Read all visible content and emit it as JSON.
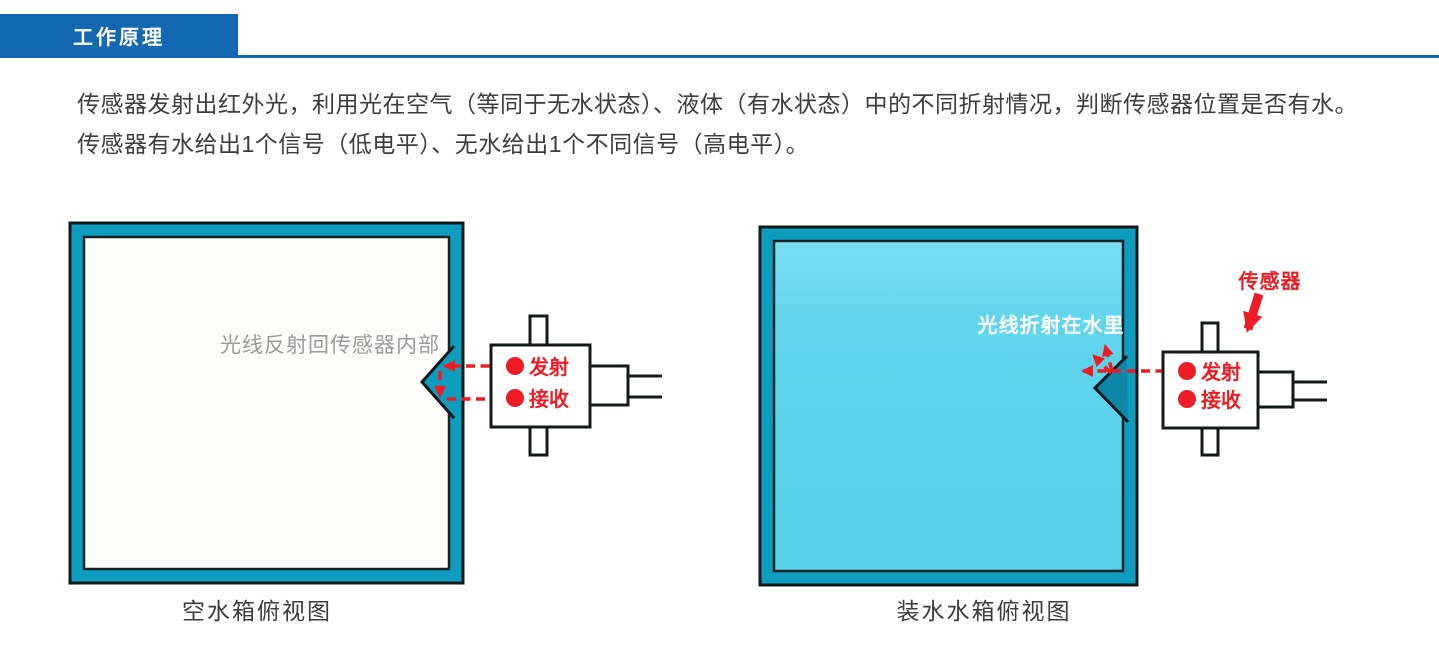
{
  "header": {
    "title": "工作原理"
  },
  "description": {
    "line1": "传感器发射出红外光，利用光在空气（等同于无水状态）、液体（有水状态）中的不同折射情况，判断传感器位置是否有水。",
    "line2": "传感器有水给出1个信号（低电平）、无水给出1个不同信号（高电平）。"
  },
  "diagram_empty": {
    "annotation": "光线反射回传感器内部",
    "caption": "空水箱俯视图",
    "emit_label": "发射",
    "receive_label": "接收"
  },
  "diagram_filled": {
    "annotation": "光线折射在水里",
    "caption": "装水水箱俯视图",
    "sensor_label": "传感器",
    "emit_label": "发射",
    "receive_label": "接收"
  },
  "colors": {
    "banner_blue": "#1468B1",
    "tank_border_teal": "#0E9DBE",
    "prism_teal_dark": "#0F87A6",
    "water_blue": "#5BD3EB",
    "signal_red": "#ED1C24",
    "annotation_gray": "#9B9B9B",
    "text_dark": "#3D3D3D"
  }
}
